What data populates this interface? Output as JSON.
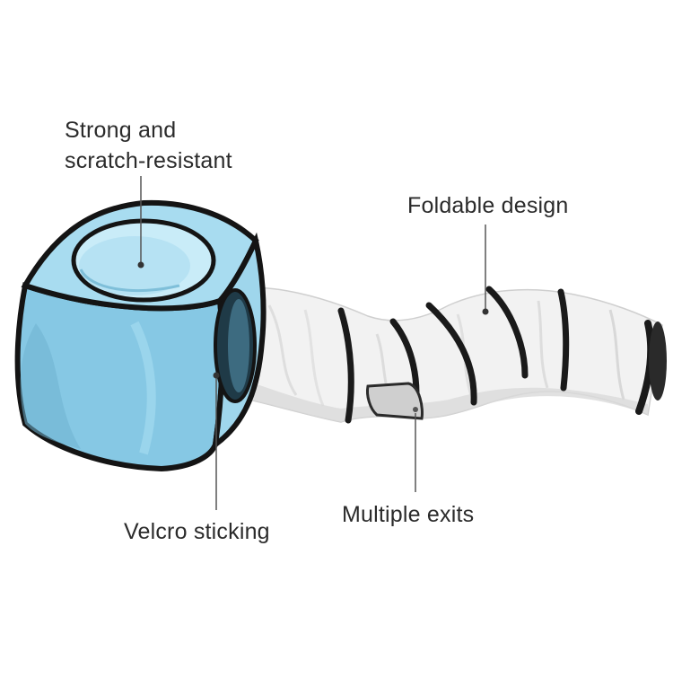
{
  "colors": {
    "background": "#ffffff",
    "cube_fill": "#8fcfe8",
    "cube_light": "#bfe6f5",
    "cube_shadow": "#6fb3d0",
    "trim": "#1a1a1a",
    "tunnel_fill": "#f3f3f3",
    "tunnel_shade": "#d9d9d9",
    "callout_line": "#555555",
    "label_text": "#2b2b2b"
  },
  "product": {
    "cube_name": "blue-cube-tent",
    "tunnel_name": "white-crinkle-tunnel"
  },
  "callouts": {
    "strong": {
      "line1": "Strong and",
      "line2": "scratch-resistant"
    },
    "foldable": {
      "text": "Foldable design"
    },
    "velcro": {
      "text": "Velcro sticking"
    },
    "exits": {
      "text": "Multiple exits"
    }
  }
}
